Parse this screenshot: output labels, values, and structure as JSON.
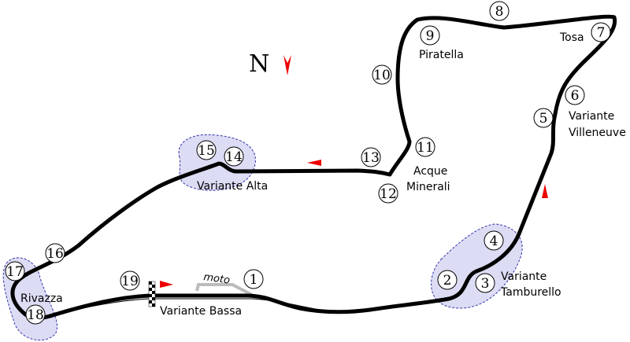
{
  "map": {
    "north_label": "N",
    "colors": {
      "track": "#000000",
      "moto_line": "#bbbbbb",
      "area_fill": "#dcdcf4",
      "area_stroke": "#3333aa",
      "arrow": "#ee0000"
    },
    "corners": [
      {
        "number": "1"
      },
      {
        "number": "2"
      },
      {
        "number": "3"
      },
      {
        "number": "4"
      },
      {
        "number": "5"
      },
      {
        "number": "6"
      },
      {
        "number": "7"
      },
      {
        "number": "8"
      },
      {
        "number": "9"
      },
      {
        "number": "10"
      },
      {
        "number": "11"
      },
      {
        "number": "12"
      },
      {
        "number": "13"
      },
      {
        "number": "14"
      },
      {
        "number": "15"
      },
      {
        "number": "16"
      },
      {
        "number": "17"
      },
      {
        "number": "18"
      },
      {
        "number": "19"
      }
    ],
    "labels": {
      "tosa": "Tosa",
      "piratella": "Piratella",
      "villeneuve_1": "Variante",
      "villeneuve_2": "Villeneuve",
      "acque_1": "Acque",
      "acque_2": "Minerali",
      "variante_alta": "Variante Alta",
      "tamburello_1": "Variante",
      "tamburello_2": "Tamburello",
      "rivazza": "Rivazza",
      "variante_bassa": "Variante Bassa",
      "moto": "moto"
    }
  }
}
